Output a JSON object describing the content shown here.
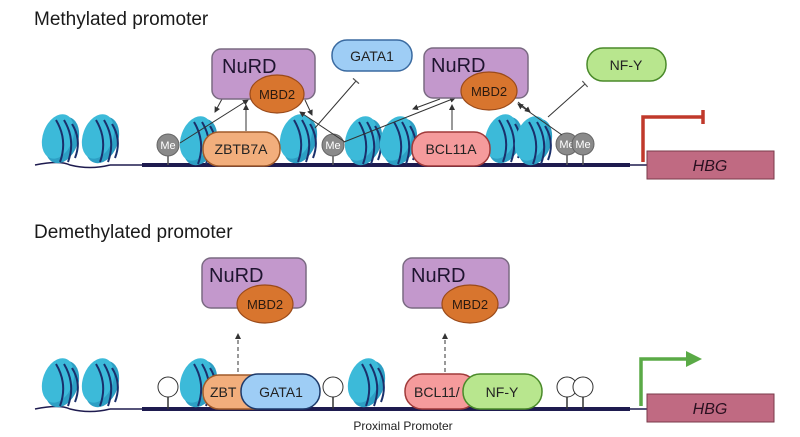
{
  "panels": {
    "methylated": {
      "title": "Methylated promoter",
      "complexes": [
        {
          "name": "NuRD",
          "subunit": "MBD2"
        },
        {
          "name": "NuRD",
          "subunit": "MBD2"
        }
      ],
      "factors": {
        "zbtb7a": "ZBTB7A",
        "bcl11a": "BCL11A",
        "gata1": "GATA1",
        "nfy": "NF-Y"
      },
      "methyl_mark": "Me",
      "gene": "HBG",
      "transcription": "repressed"
    },
    "demethylated": {
      "title": "Demethylated promoter",
      "complexes": [
        {
          "name": "NuRD",
          "subunit": "MBD2"
        },
        {
          "name": "NuRD",
          "subunit": "MBD2"
        }
      ],
      "factors": {
        "zbtb7a_partial": "ZBT",
        "gata1": "GATA1",
        "bcl11a_partial": "BCL11/",
        "nfy": "NF-Y"
      },
      "gene": "HBG",
      "transcription": "active",
      "region_label": "Proximal Promoter"
    }
  },
  "colors": {
    "nurd": "#c398cc",
    "mbd2": "#d8752e",
    "zbtb7a": "#f2ae7c",
    "bcl11a": "#f59b9c",
    "gata1": "#9ecdf5",
    "nfy": "#b8e68e",
    "gene": "#c06a82",
    "repressed_arrow": "#c0392b",
    "active_arrow": "#5aaa46",
    "nucleosome": "#35b5d6",
    "dna": "#1e1b4f",
    "methyl": "#8a8a8a"
  }
}
